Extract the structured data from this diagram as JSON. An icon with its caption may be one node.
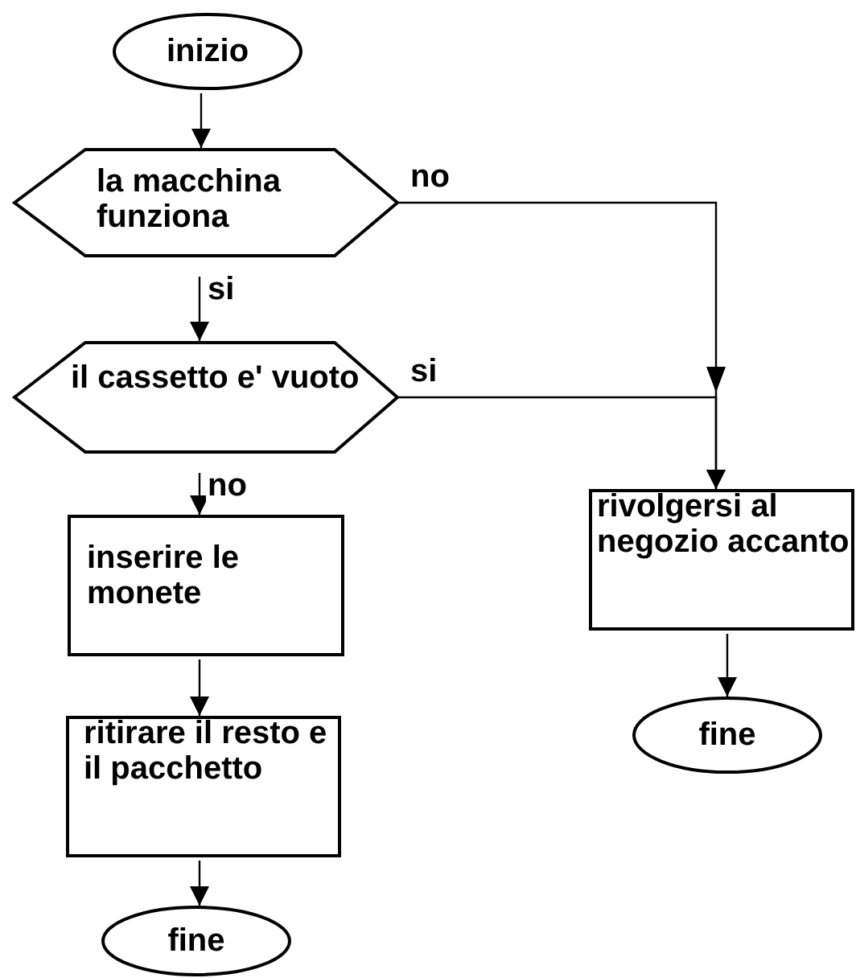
{
  "diagram": {
    "nodes": [
      {
        "text": [
          "inizio"
        ]
      },
      {
        "text": [
          "la macchina funziona"
        ]
      },
      {
        "text": [
          "il cassetto e' vuoto"
        ]
      },
      {
        "text": [
          "inserire le monete"
        ]
      },
      {
        "text": [
          "ritirare il resto e il pacchetto"
        ]
      },
      {
        "text": [
          "fine"
        ]
      },
      {
        "text": [
          "rivolgersi al negozio accanto"
        ]
      },
      {
        "text": [
          "fine"
        ]
      }
    ],
    "edges": [
      {
        "from": 0,
        "to": 1,
        "arrow": "to"
      },
      {
        "from": 1,
        "to": 6,
        "arrow": "to",
        "label": "no"
      },
      {
        "from": 1,
        "to": 2,
        "arrow": "to",
        "label": "si"
      },
      {
        "from": 2,
        "to": 6,
        "arrow": "to",
        "label": "si"
      },
      {
        "from": 2,
        "to": 3,
        "arrow": "to",
        "label": "no"
      },
      {
        "from": 3,
        "to": 4,
        "arrow": "to"
      },
      {
        "from": 4,
        "to": 5,
        "arrow": "to"
      },
      {
        "from": 6,
        "to": 7,
        "arrow": "to"
      }
    ]
  }
}
